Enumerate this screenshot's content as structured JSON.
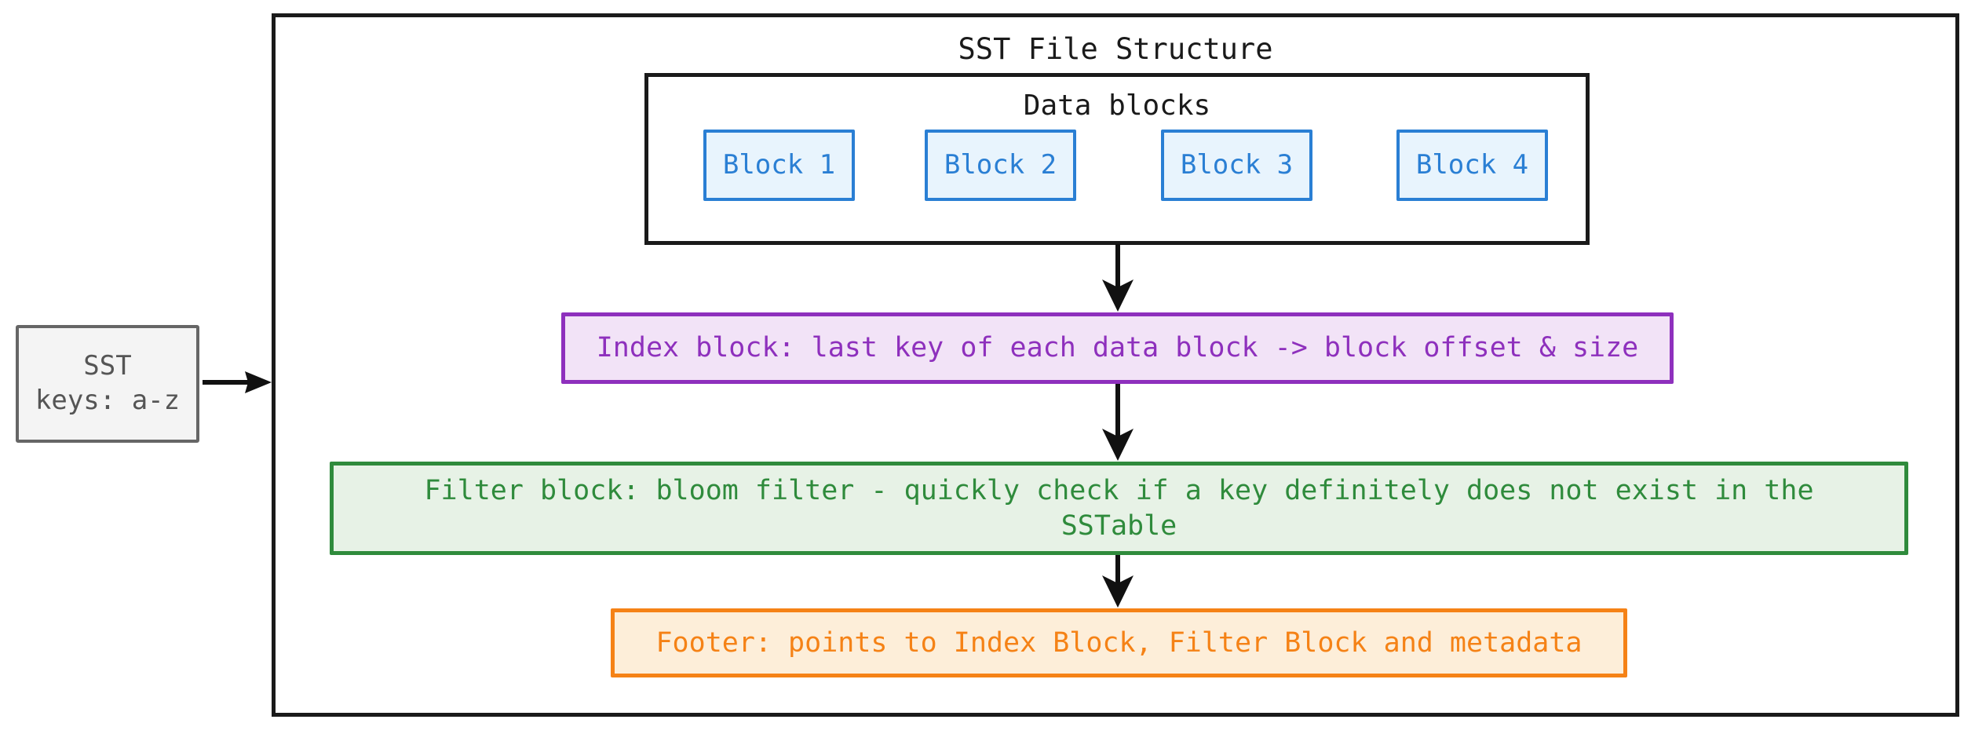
{
  "diagram": {
    "title": "SST File Structure",
    "source_node": {
      "name": "sst-source",
      "line1": "SST",
      "line2": "keys: a-z"
    },
    "data_blocks_group": {
      "title": "Data blocks",
      "blocks": [
        {
          "label": "Block 1"
        },
        {
          "label": "Block 2"
        },
        {
          "label": "Block 3"
        },
        {
          "label": "Block 4"
        }
      ]
    },
    "index_block": {
      "label": "Index block: last key of each data block -> block offset & size"
    },
    "filter_block": {
      "label": "Filter block: bloom filter - quickly check if a key definitely does not exist in the SSTable"
    },
    "footer_block": {
      "label": "Footer: points to Index Block, Filter Block and metadata"
    },
    "colors": {
      "frame_stroke": "#1a1a1a",
      "source_fill": "#f4f4f4",
      "source_stroke": "#666666",
      "source_text": "#555555",
      "block_fill": "#e8f4fd",
      "block_stroke": "#2a7fd4",
      "block_text": "#2a7fd4",
      "index_fill": "#f2e3f7",
      "index_stroke": "#8e30bd",
      "filter_fill": "#e7f2e6",
      "filter_stroke": "#2f8b3c",
      "footer_fill": "#fdeed9",
      "footer_stroke": "#f58216",
      "arrow": "#111111"
    }
  }
}
